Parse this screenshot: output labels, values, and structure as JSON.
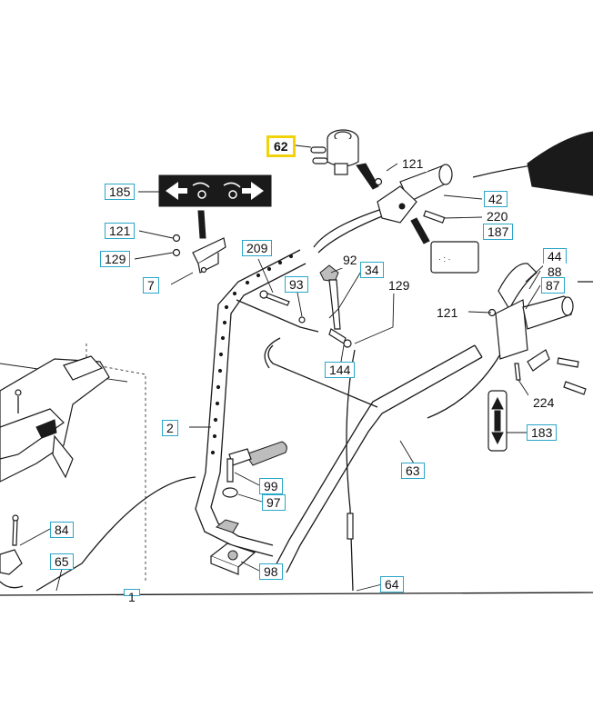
{
  "diagram": {
    "selected_part": "62",
    "callouts": [
      {
        "id": "62",
        "label": "62",
        "selected": true
      },
      {
        "id": "121a",
        "label": "121"
      },
      {
        "id": "185",
        "label": "185"
      },
      {
        "id": "42",
        "label": "42"
      },
      {
        "id": "220",
        "label": "220"
      },
      {
        "id": "121b",
        "label": "121"
      },
      {
        "id": "187",
        "label": "187"
      },
      {
        "id": "129a",
        "label": "129"
      },
      {
        "id": "209",
        "label": "209"
      },
      {
        "id": "44",
        "label": "44"
      },
      {
        "id": "92",
        "label": "92"
      },
      {
        "id": "34",
        "label": "34"
      },
      {
        "id": "88",
        "label": "88"
      },
      {
        "id": "7",
        "label": "7"
      },
      {
        "id": "93",
        "label": "93"
      },
      {
        "id": "129b",
        "label": "129"
      },
      {
        "id": "87",
        "label": "87"
      },
      {
        "id": "121c",
        "label": "121"
      },
      {
        "id": "144",
        "label": "144"
      },
      {
        "id": "224",
        "label": "224"
      },
      {
        "id": "2",
        "label": "2"
      },
      {
        "id": "183",
        "label": "183"
      },
      {
        "id": "63",
        "label": "63"
      },
      {
        "id": "99",
        "label": "99"
      },
      {
        "id": "97",
        "label": "97"
      },
      {
        "id": "84",
        "label": "84"
      },
      {
        "id": "65",
        "label": "65"
      },
      {
        "id": "98",
        "label": "98"
      },
      {
        "id": "64",
        "label": "64"
      },
      {
        "id": "1",
        "label": "1"
      }
    ]
  },
  "colors": {
    "callout_border": "#2aa6c8",
    "selected_border": "#f2d20a",
    "line": "#1a1a1a"
  }
}
